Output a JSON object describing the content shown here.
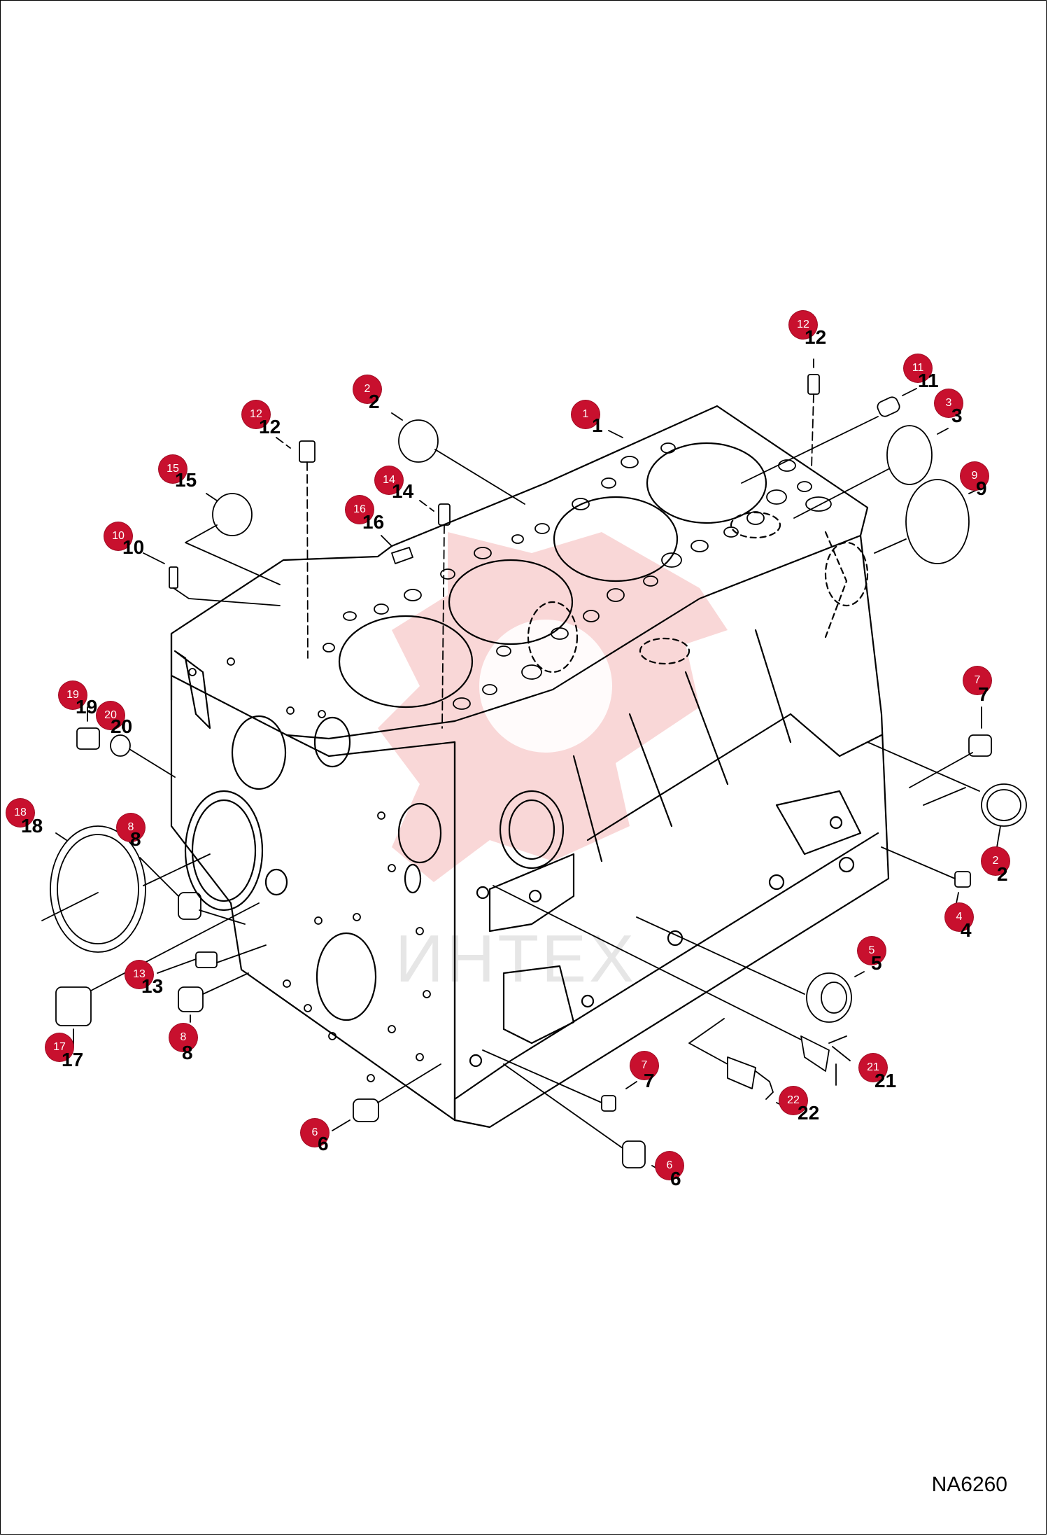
{
  "diagram": {
    "code": "NA6260",
    "watermark_text": "ИНТЕХ",
    "colors": {
      "badge": "#c8102e",
      "line": "#000000",
      "watermark": "#f4b6b6"
    }
  },
  "parts": [
    {
      "id": "p1",
      "badge": "1",
      "label": "1"
    },
    {
      "id": "p2a",
      "badge": "2",
      "label": "2"
    },
    {
      "id": "p2b",
      "badge": "2",
      "label": "2"
    },
    {
      "id": "p3",
      "badge": "3",
      "label": "3"
    },
    {
      "id": "p4",
      "badge": "4",
      "label": "4"
    },
    {
      "id": "p5",
      "badge": "5",
      "label": "5"
    },
    {
      "id": "p6a",
      "badge": "6",
      "label": "6"
    },
    {
      "id": "p6b",
      "badge": "6",
      "label": "6"
    },
    {
      "id": "p7a",
      "badge": "7",
      "label": "7"
    },
    {
      "id": "p7b",
      "badge": "7",
      "label": "7"
    },
    {
      "id": "p8a",
      "badge": "8",
      "label": "8"
    },
    {
      "id": "p8b",
      "badge": "8",
      "label": "8"
    },
    {
      "id": "p9",
      "badge": "9",
      "label": "9"
    },
    {
      "id": "p10",
      "badge": "10",
      "label": "10"
    },
    {
      "id": "p11",
      "badge": "11",
      "label": "11"
    },
    {
      "id": "p12a",
      "badge": "12",
      "label": "12"
    },
    {
      "id": "p12b",
      "badge": "12",
      "label": "12"
    },
    {
      "id": "p13",
      "badge": "13",
      "label": "13"
    },
    {
      "id": "p14",
      "badge": "14",
      "label": "14"
    },
    {
      "id": "p15",
      "badge": "15",
      "label": "15"
    },
    {
      "id": "p16",
      "badge": "16",
      "label": "16"
    },
    {
      "id": "p17",
      "badge": "17",
      "label": "17"
    },
    {
      "id": "p18",
      "badge": "18",
      "label": "18"
    },
    {
      "id": "p19",
      "badge": "19",
      "label": "19"
    },
    {
      "id": "p20",
      "badge": "20",
      "label": "20"
    },
    {
      "id": "p21",
      "badge": "21",
      "label": "21"
    },
    {
      "id": "p22",
      "badge": "22",
      "label": "22"
    }
  ]
}
